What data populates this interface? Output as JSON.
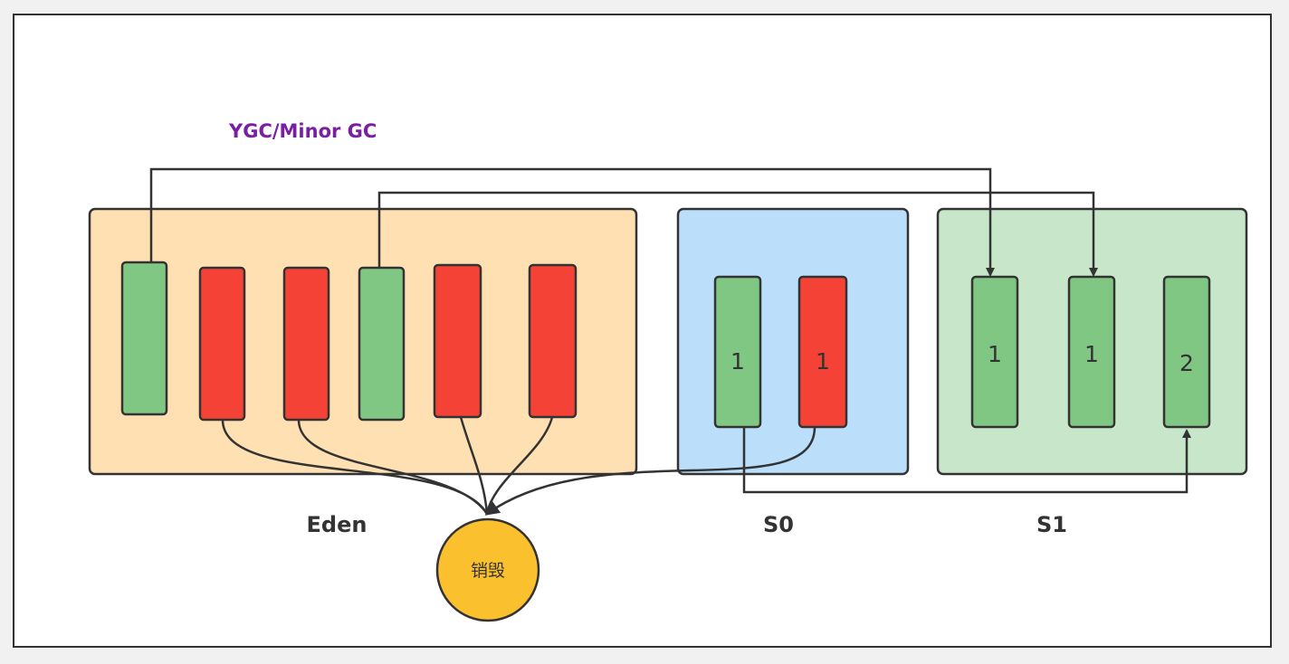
{
  "title": "YGC/Minor GC",
  "regions": {
    "eden": "Eden",
    "s0": "S0",
    "s1": "S1"
  },
  "destroy_label": "销毁",
  "s0_blocks": [
    "1",
    "1"
  ],
  "s1_blocks": [
    "1",
    "1",
    "2"
  ],
  "colors": {
    "live": "#81c784",
    "dead": "#f44336",
    "eden_bg": "#fee0b2",
    "s0_bg": "#bbdefb",
    "s1_bg": "#c8e6c9",
    "destroy": "#fbc02d",
    "title": "#7b1fa2",
    "stroke": "#333333"
  }
}
